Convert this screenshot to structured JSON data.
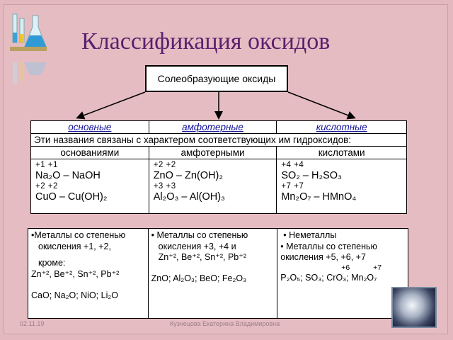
{
  "title": "Классификация оксидов",
  "top_box": "Солеобразующие оксиды",
  "header": {
    "basic": "основные",
    "amphoteric": "амфотерные",
    "acidic": "кислотные"
  },
  "caption": "Эти названия связаны с характером соответствующих им гидроксидов:",
  "labels": {
    "basic": "основаниями",
    "amphoteric": "амфотерными",
    "acidic": "кислотами"
  },
  "formulas": {
    "basic": [
      {
        "ox": "+1 +1",
        "text": "Na₂O – NaOH"
      },
      {
        "ox": "+2 +2",
        "text": "CuO – Cu(OH)₂"
      }
    ],
    "amphoteric": [
      {
        "ox": "+2 +2",
        "text": "ZnO – Zn(OH)₂"
      },
      {
        "ox": "+3 +3",
        "text": "Al₂O₃ – Al(OH)₃"
      }
    ],
    "acidic": [
      {
        "ox": "+4 +4",
        "text": "SO₂ – H₂SO₃"
      },
      {
        "ox": "+7 +7",
        "text": "Mn₂O₇ – HMnO₄"
      }
    ]
  },
  "details": {
    "basic": {
      "line1": "•Металлы со степенью",
      "line2": "окисления +1, +2,",
      "line3": "кроме:",
      "line4": "Zn⁺², Be⁺², Sn⁺², Pb⁺²",
      "line5": "CaO; Na₂O; NiO; Li₂O"
    },
    "amphoteric": {
      "line1": "• Металлы со степенью",
      "line2": "окисления +3, +4 и",
      "line3": "Zn⁺², Be⁺², Sn⁺², Pb⁺²",
      "line4": "ZnO; Al₂O₃; BeO; Fe₂O₃"
    },
    "acidic": {
      "line1": "• Неметаллы",
      "line2": "• Металлы со степенью",
      "line3": "окисления +5, +6, +7",
      "line4": "+6 +7",
      "line5": "P₂O₅; SO₃; CrO₃; Mn₂O₇"
    }
  },
  "footer": {
    "date": "02.11.19",
    "author": "Кузнецова Екатерина Владимировна"
  }
}
